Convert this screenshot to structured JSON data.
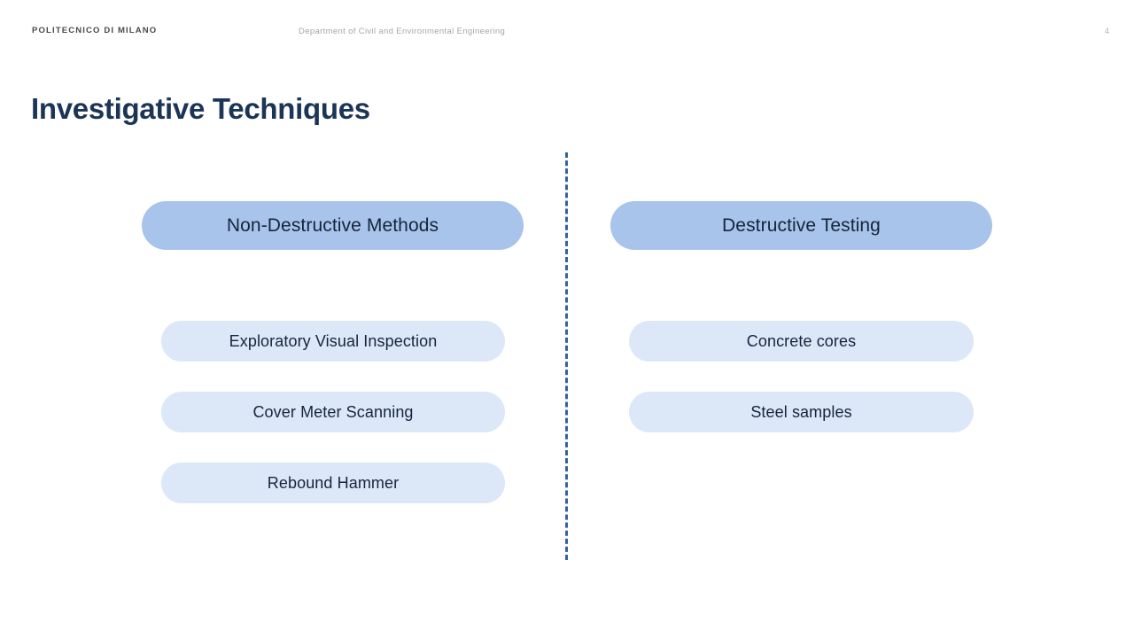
{
  "header": {
    "brand": "POLITECNICO DI MILANO",
    "department": "Department of Civil and Environmental Engineering",
    "page_number": "4"
  },
  "title": "Investigative Techniques",
  "colors": {
    "title_navy": "#1b3557",
    "pill_head_bg": "#a8c4ea",
    "pill_sub_bg": "#dce7f8",
    "pill_text": "#16253d",
    "divider_blue": "#36629f",
    "background": "#ffffff"
  },
  "diagram": {
    "divider": "vertical-dashed-line",
    "columns": [
      {
        "id": "non-destructive",
        "heading": "Non-Destructive Methods",
        "items": [
          {
            "label": "Exploratory Visual Inspection"
          },
          {
            "label": "Cover Meter Scanning"
          },
          {
            "label": "Rebound Hammer"
          }
        ]
      },
      {
        "id": "destructive",
        "heading": "Destructive Testing",
        "items": [
          {
            "label": "Concrete cores"
          },
          {
            "label": "Steel samples"
          }
        ]
      }
    ]
  }
}
